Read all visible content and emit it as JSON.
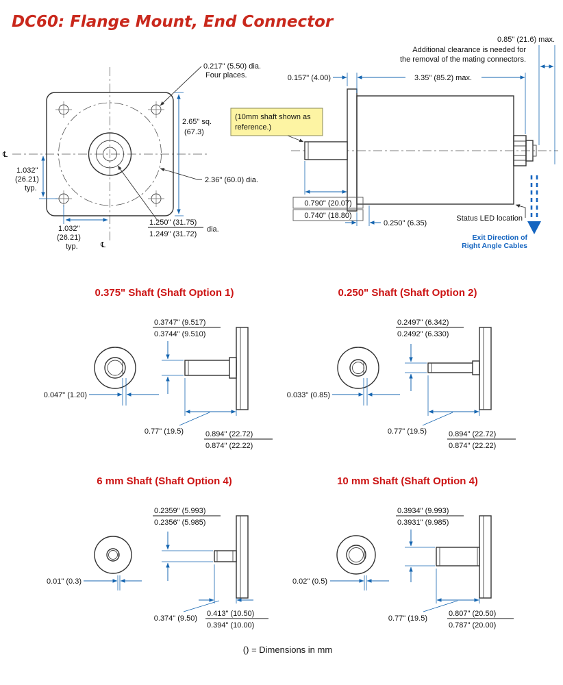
{
  "page_title": "DC60: Flange Mount, End Connector",
  "footnote": "() = Dimensions in mm",
  "colors": {
    "accent_red": "#c9281c",
    "dim_blue": "#1565b0",
    "note_yellow": "#fdf4a3",
    "exit_blue": "#1565c0"
  },
  "front_view": {
    "centerline_symbol": "℄",
    "hole_dim": "0.217\" (5.50) dia.",
    "hole_note": "Four places.",
    "square_dim": "2.65\" sq.",
    "square_dim_mm": "(67.3)",
    "bolt_circle_dim": "2.36\" (60.0) dia.",
    "left_dim": "1.032\"",
    "left_dim_mm": "(26.21)",
    "left_typ": "typ.",
    "bottom_dim": "1.032\"",
    "bottom_dim_mm": "(26.21)",
    "bottom_typ": "typ.",
    "pilot_dim_upper": "1.250\" (31.75)",
    "pilot_dim_lower": "1.249\" (31.72)",
    "pilot_dia_label": "dia."
  },
  "side_view": {
    "clearance_dim": "0.85\" (21.6) max.",
    "clearance_note_line1": "Additional clearance is needed for",
    "clearance_note_line2": "the removal of the mating connectors.",
    "flange_thickness_dim": "0.157\" (4.00)",
    "body_length_dim": "3.35\" (85.2) max.",
    "shaft_note_line1": "(10mm shaft shown as",
    "shaft_note_line2": "reference.)",
    "shaft_len_upper": "0.790\" (20.07)",
    "shaft_len_lower": "0.740\" (18.80)",
    "pilot_depth_dim": "0.250\" (6.35)",
    "led_label": "Status LED location",
    "exit_label_line1": "Exit Direction of",
    "exit_label_line2": "Right Angle Cables"
  },
  "shaft_options": [
    {
      "title": "0.375\" Shaft  (Shaft Option 1)",
      "dia_upper": "0.3747\" (9.517)",
      "dia_lower": "0.3744\" (9.510)",
      "flat_dim": "0.047\" (1.20)",
      "usable_len_dim": "0.77\" (19.5)",
      "overall_upper": "0.894\" (22.72)",
      "overall_lower": "0.874\" (22.22)"
    },
    {
      "title": "0.250\" Shaft  (Shaft Option 2)",
      "dia_upper": "0.2497\" (6.342)",
      "dia_lower": "0.2492\" (6.330)",
      "flat_dim": "0.033\" (0.85)",
      "usable_len_dim": "0.77\" (19.5)",
      "overall_upper": "0.894\" (22.72)",
      "overall_lower": "0.874\" (22.22)"
    },
    {
      "title": "6 mm Shaft  (Shaft Option 4)",
      "dia_upper": "0.2359\" (5.993)",
      "dia_lower": "0.2356\" (5.985)",
      "flat_dim": "0.01\" (0.3)",
      "usable_len_dim": "0.374\" (9.50)",
      "overall_upper": "0.413\" (10.50)",
      "overall_lower": "0.394\" (10.00)"
    },
    {
      "title": "10 mm Shaft  (Shaft Option 4)",
      "dia_upper": "0.3934\" (9.993)",
      "dia_lower": "0.3931\" (9.985)",
      "flat_dim": "0.02\" (0.5)",
      "usable_len_dim": "0.77\" (19.5)",
      "overall_upper": "0.807\" (20.50)",
      "overall_lower": "0.787\" (20.00)"
    }
  ]
}
